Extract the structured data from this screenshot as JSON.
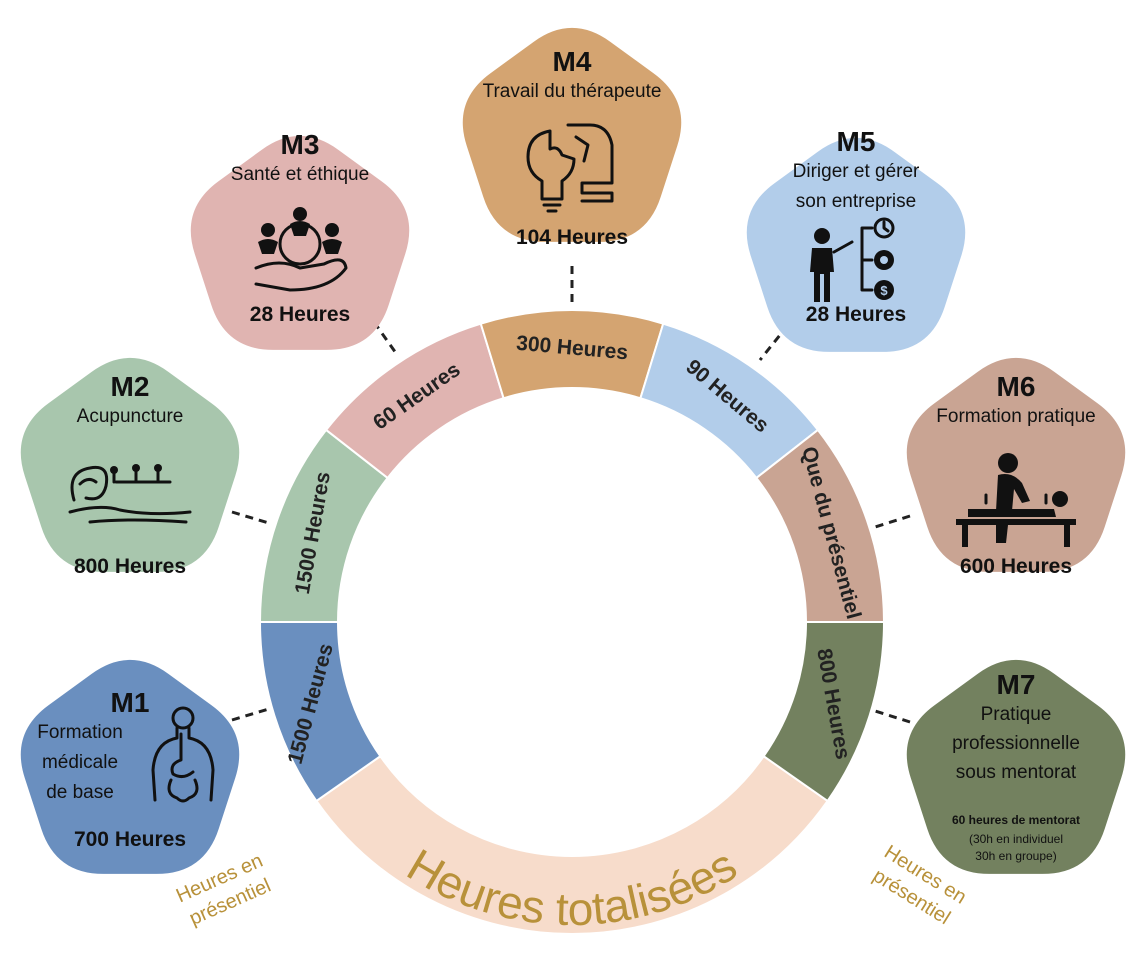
{
  "colors": {
    "m1": "#6a8fbf",
    "m2": "#a8c6ad",
    "m3": "#e0b4b1",
    "m4": "#d4a471",
    "m5": "#b2cdea",
    "m6": "#c9a493",
    "m7": "#73815f",
    "total": "#f7dccb",
    "gold": "#b8913a"
  },
  "ring": {
    "segments": [
      {
        "key": "m1",
        "label": "1500 Heures"
      },
      {
        "key": "m2",
        "label": "1500 Heures"
      },
      {
        "key": "m3",
        "label": "60 Heures"
      },
      {
        "key": "m4",
        "label": "300 Heures"
      },
      {
        "key": "m5",
        "label": "90 Heures"
      },
      {
        "key": "m6",
        "label": "Que du présentiel"
      },
      {
        "key": "m7",
        "label": "800 Heures"
      }
    ],
    "total_label": "Heures totalisées"
  },
  "modules": {
    "m1": {
      "id": "M1",
      "title": [
        "Formation",
        "médicale",
        "de base"
      ],
      "hours": "700 Heures",
      "icon": "anatomy-icon"
    },
    "m2": {
      "id": "M2",
      "title": [
        "Acupuncture"
      ],
      "hours": "800 Heures",
      "icon": "acupuncture-icon"
    },
    "m3": {
      "id": "M3",
      "title": [
        "Santé et éthique"
      ],
      "hours": "28 Heures",
      "icon": "care-hand-icon"
    },
    "m4": {
      "id": "M4",
      "title": [
        "Travail du thérapeute"
      ],
      "hours": "104 Heures",
      "icon": "puzzle-idea-icon"
    },
    "m5": {
      "id": "M5",
      "title": [
        "Diriger et gérer",
        "son entreprise"
      ],
      "hours": "28 Heures",
      "icon": "manager-icon"
    },
    "m6": {
      "id": "M6",
      "title": [
        "Formation pratique"
      ],
      "hours": "600 Heures",
      "icon": "massage-icon"
    },
    "m7": {
      "id": "M7",
      "title": [
        "Pratique",
        "professionnelle",
        "sous mentorat"
      ],
      "note_bold": "60 heures de mentorat",
      "note_lines": [
        "(30h en individuel",
        "30h en groupe)"
      ],
      "icon": "none"
    }
  },
  "side_notes": {
    "left": [
      "Heures en",
      "présentiel"
    ],
    "right": [
      "Heures en",
      "présentiel"
    ]
  }
}
